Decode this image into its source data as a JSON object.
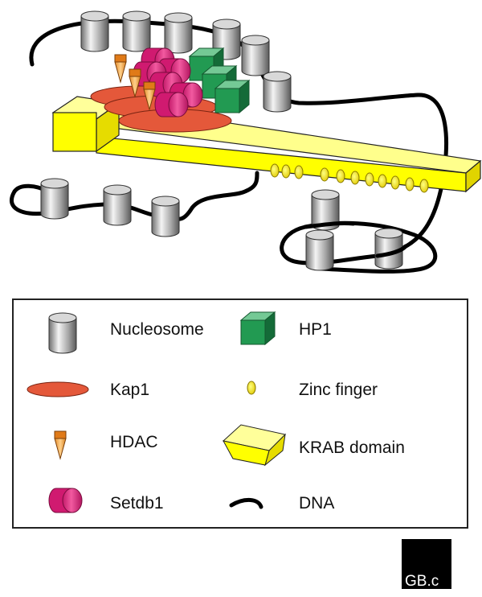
{
  "legend": {
    "items": [
      {
        "key": "nucleosome",
        "label": "Nucleosome",
        "icon": "nucleosome-icon"
      },
      {
        "key": "hp1",
        "label": "HP1",
        "icon": "hp1-cube-icon"
      },
      {
        "key": "kap1",
        "label": "Kap1",
        "icon": "kap1-disc-icon"
      },
      {
        "key": "zinc",
        "label": "Zinc finger",
        "icon": "zinc-finger-icon"
      },
      {
        "key": "hdac",
        "label": "HDAC",
        "icon": "hdac-cone-icon"
      },
      {
        "key": "krab",
        "label": "KRAB domain",
        "icon": "krab-box-icon"
      },
      {
        "key": "setdb1",
        "label": "Setdb1",
        "icon": "setdb1-cylinder-icon"
      },
      {
        "key": "dna",
        "label": "DNA",
        "icon": "dna-line-icon"
      }
    ]
  },
  "logo": {
    "text": "GB.c"
  },
  "colors": {
    "krab_yellow": "#ffff00",
    "hp1_green": "#229a52",
    "kap1_red": "#e4583a",
    "hdac_orange": "#f39a2a",
    "setdb1_pink": "#e2237f",
    "nucleosome_gray": "#9a9a9a",
    "dna_black": "#000000"
  }
}
